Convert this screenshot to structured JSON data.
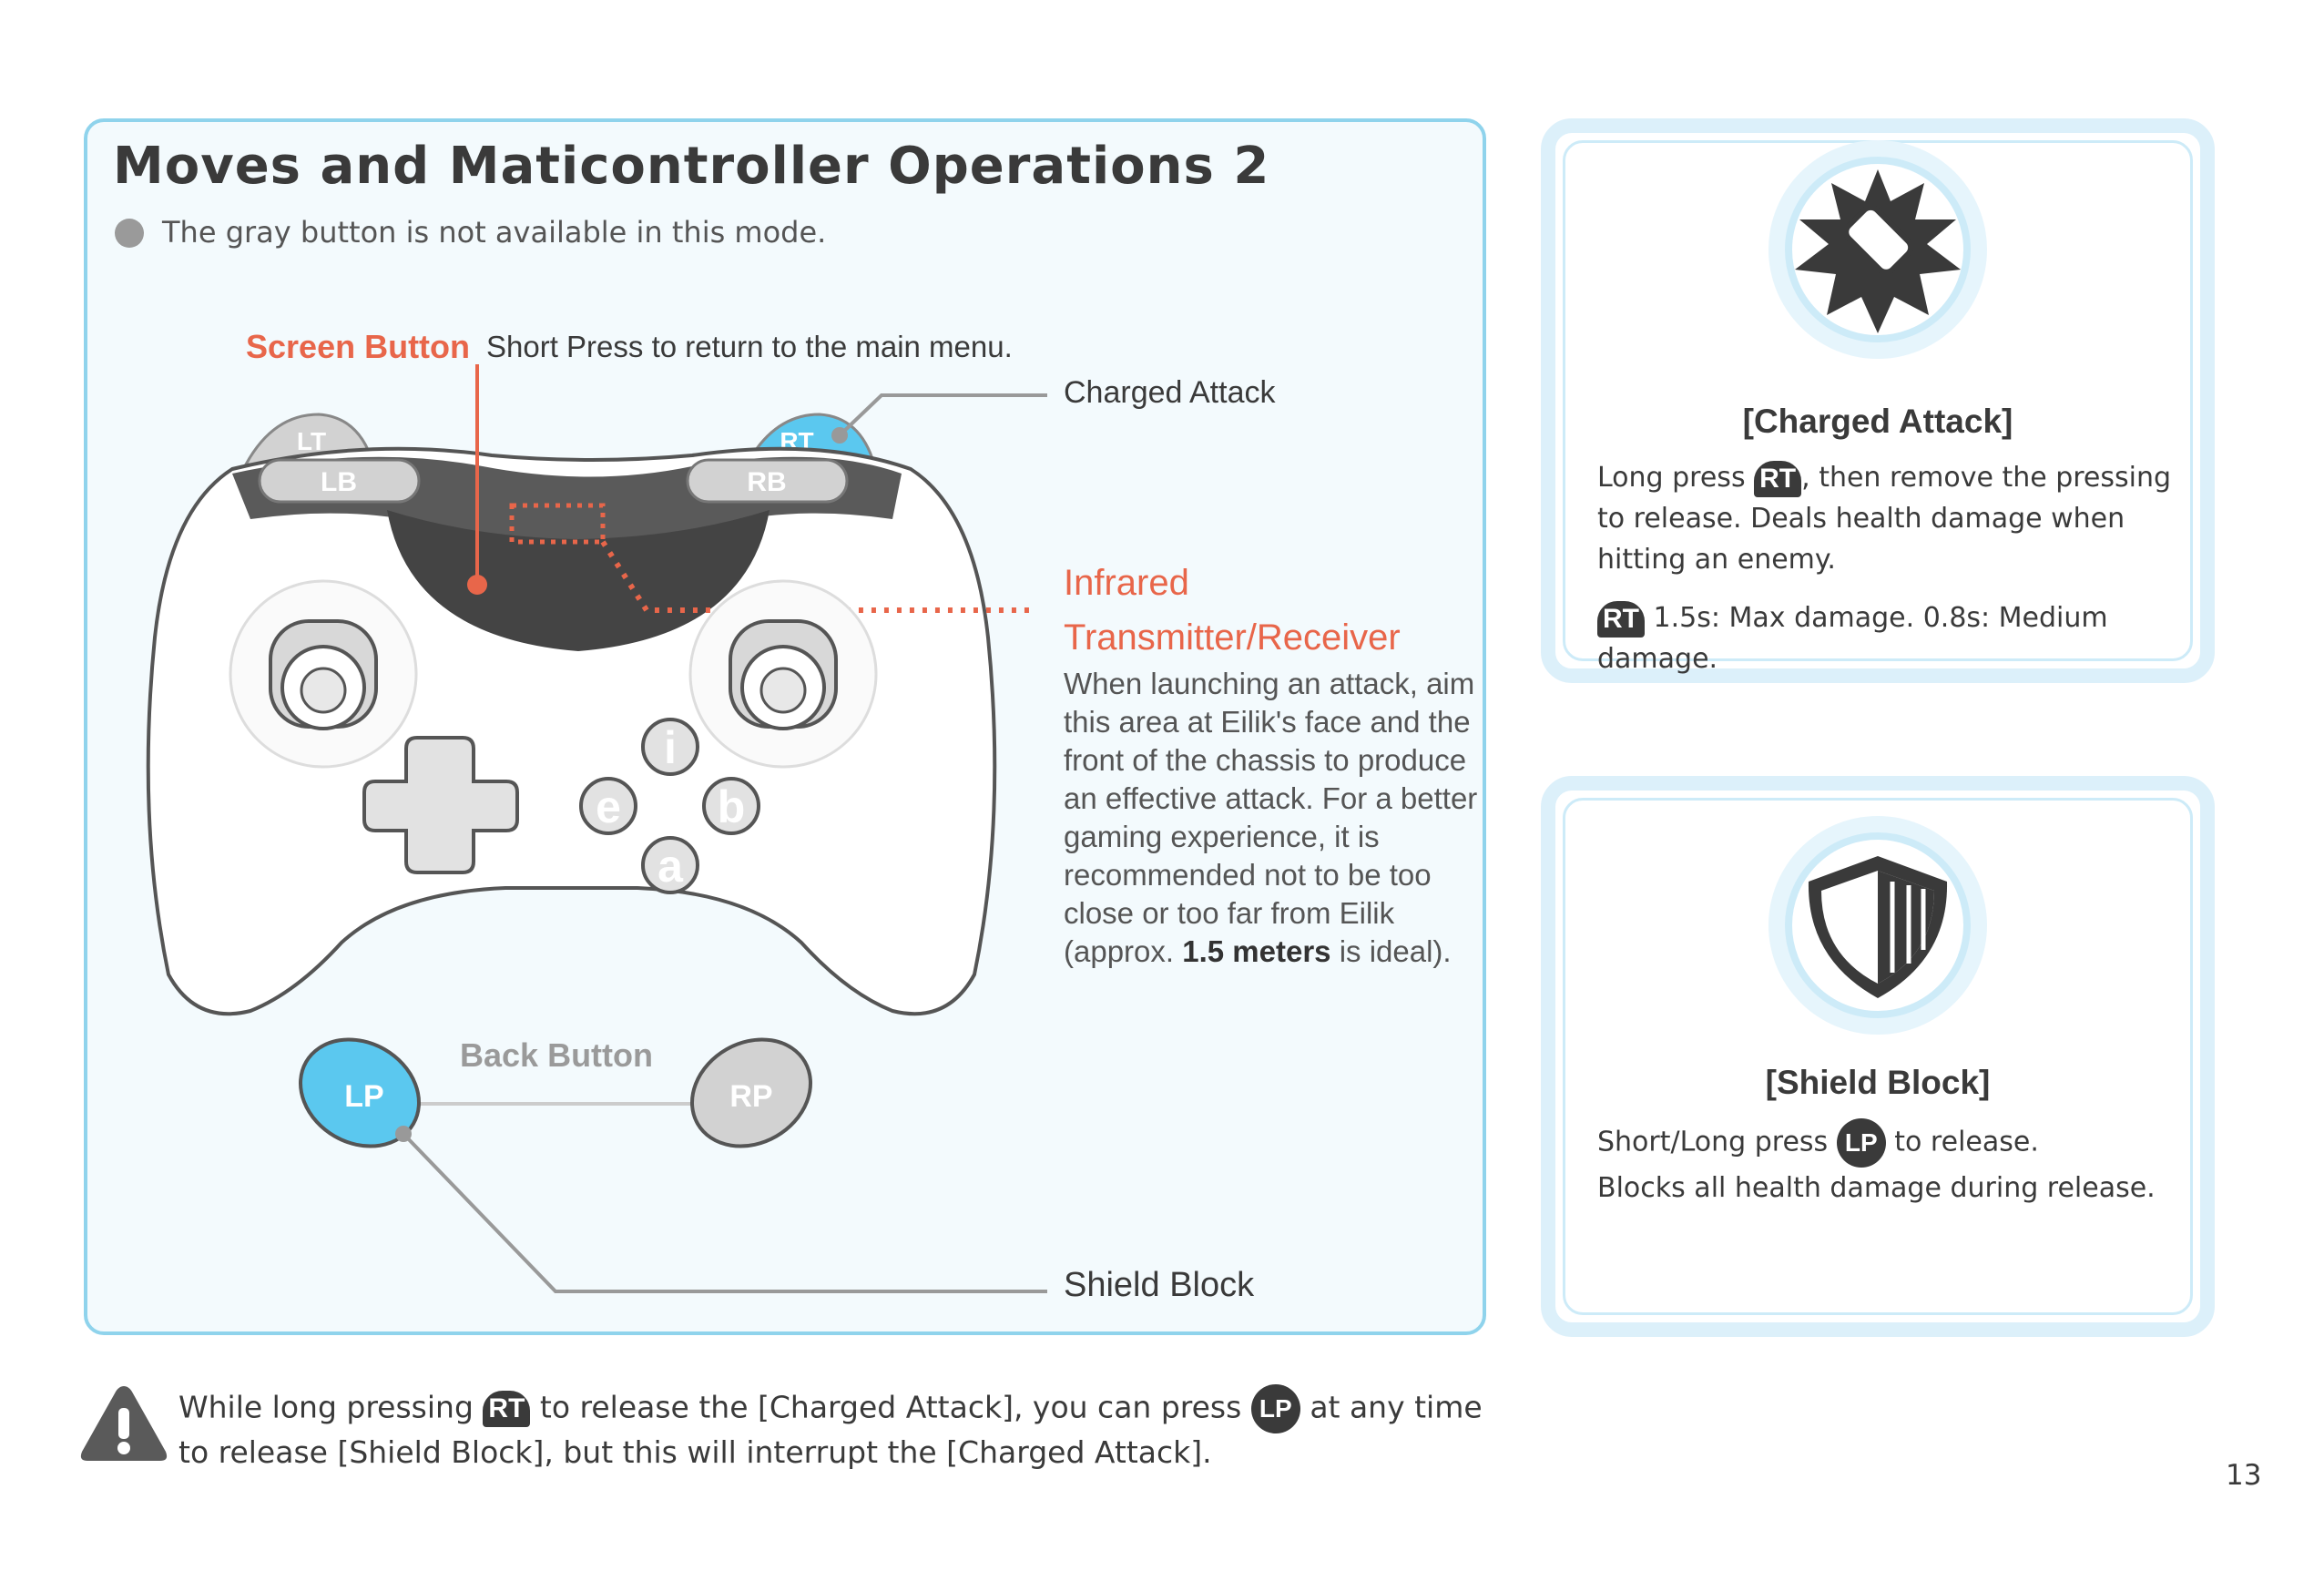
{
  "page": {
    "title": "Moves and Maticontroller Operations 2",
    "gray_note": "The gray button is not available in this mode.",
    "page_number": "13"
  },
  "controller": {
    "buttons": {
      "lt": "LT",
      "rt": "RT",
      "lb": "LB",
      "rb": "RB",
      "lp": "LP",
      "rp": "RP",
      "i": "i",
      "e": "e",
      "b": "b",
      "a": "a"
    },
    "highlight_color": "#5bc8ef",
    "gray_color": "#d2d2d2"
  },
  "annotations": {
    "screen_button_title": "Screen Button",
    "screen_button_desc": "Short Press to return to the main menu.",
    "charged_attack": "Charged Attack",
    "ir_title": "Infrared Transmitter/Receiver",
    "ir_desc_1": "When launching an attack, aim this area at Eilik's face and the front of the chassis to produce an effective attack. For a better gaming experience, it is recommended not to be too close or too far from Eilik (approx.",
    "ir_desc_bold": "1.5 meters",
    "ir_desc_2": "is ideal).",
    "back_button": "Back Button",
    "shield_block": "Shield Block"
  },
  "cards": {
    "charged": {
      "title": "[Charged Attack]",
      "icon": "charged-attack-icon",
      "text_1": "Long press",
      "chip": "RT",
      "text_2": ", then remove the pressing to release. Deals health damage when hitting an enemy.",
      "timing": "1.5s: Max damage. 0.8s: Medium damage."
    },
    "shield": {
      "title": "[Shield Block]",
      "icon": "shield-icon",
      "text_1": "Short/Long press",
      "chip": "LP",
      "text_2": "to release.",
      "text_3": "Blocks all health damage during release."
    }
  },
  "warning": {
    "icon": "warning-icon",
    "text_1": "While long pressing",
    "chip_1": "RT",
    "text_2": "to release the [Charged Attack], you can press",
    "chip_2": "LP",
    "text_3": "at any time to release [Shield Block], but this will interrupt the [Charged Attack]."
  },
  "colors": {
    "accent_orange": "#e8664a",
    "accent_blue": "#5bc8ef",
    "frame_blue": "#8fd3ec"
  }
}
